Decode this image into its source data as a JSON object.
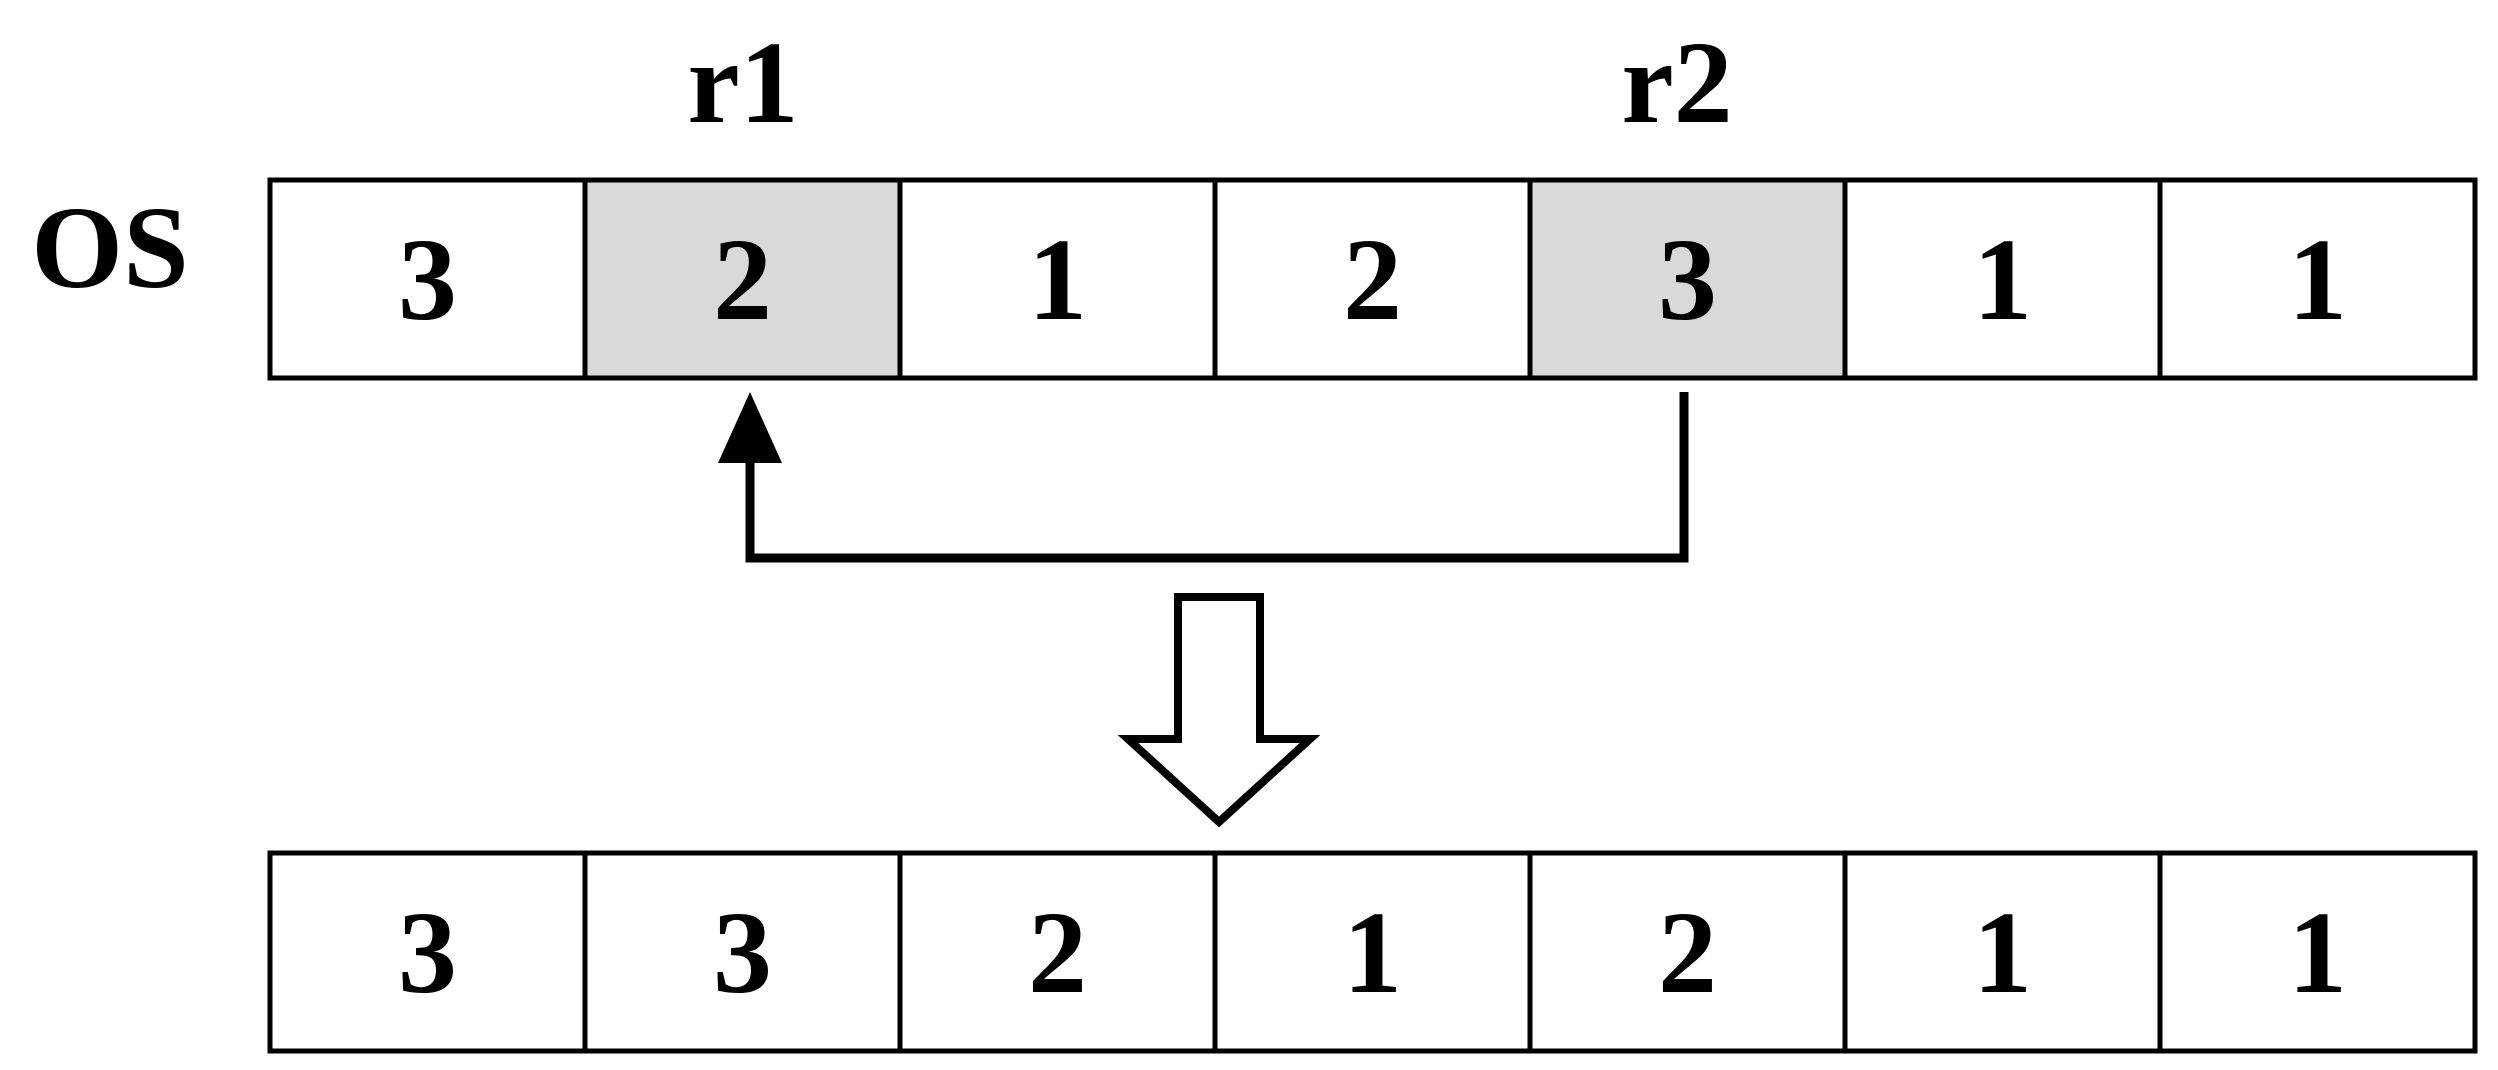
{
  "row_label": "OS",
  "markers": [
    {
      "label": "r1",
      "index": 1
    },
    {
      "label": "r2",
      "index": 4
    }
  ],
  "before_row": [
    "3",
    "2",
    "1",
    "2",
    "3",
    "1",
    "1"
  ],
  "after_row": [
    "3",
    "3",
    "2",
    "1",
    "2",
    "1",
    "1"
  ],
  "highlight_indices": [
    1,
    4
  ],
  "colors": {
    "highlight": "#d9d9d9",
    "cell": "#ffffff",
    "stroke": "#000000"
  },
  "icons": {
    "move_arrow": "elbow-arrow-from-r2-to-r1",
    "transform_arrow": "hollow-down-arrow"
  }
}
